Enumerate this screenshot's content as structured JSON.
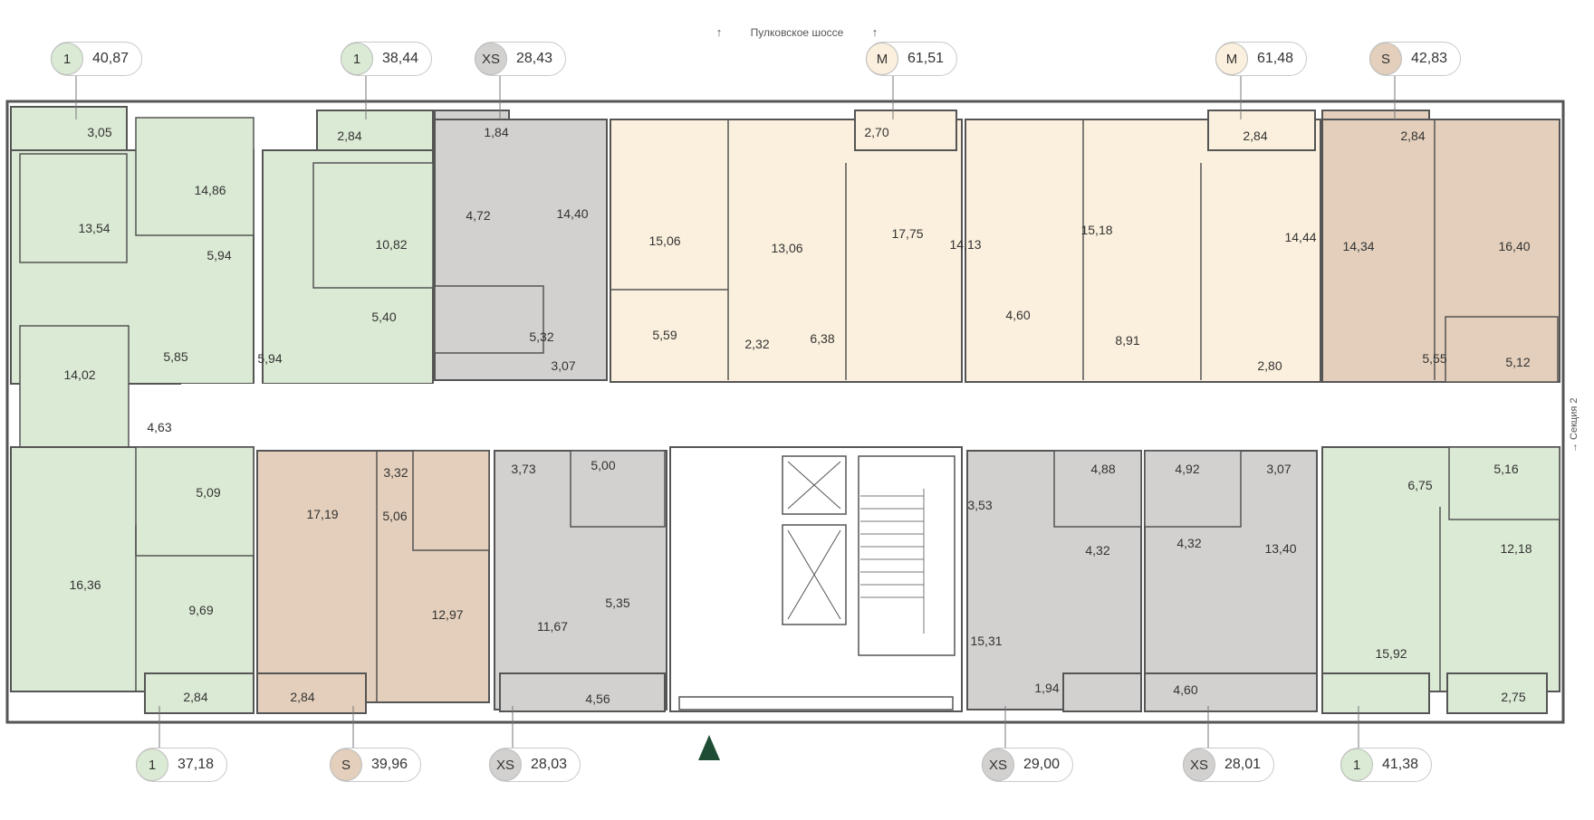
{
  "street": {
    "name": "Пулковское шоссе",
    "arrow_glyph": "↑"
  },
  "section_label": "Секция 2",
  "section_arrow_glyph": "→",
  "colors": {
    "type_1": "#dbead4",
    "type_XS": "#d3d1d0",
    "type_S": "#e3cfbb",
    "type_M": "#fbf0dd",
    "wall": "#555555",
    "common": "#ffffff",
    "entrance_marker": "#1e4d33"
  },
  "apartments_top": [
    {
      "type": "1",
      "area": "40,87"
    },
    {
      "type": "1",
      "area": "38,44"
    },
    {
      "type": "XS",
      "area": "28,43"
    },
    {
      "type": "M",
      "area": "61,51"
    },
    {
      "type": "M",
      "area": "61,48"
    },
    {
      "type": "S",
      "area": "42,83"
    }
  ],
  "apartments_bottom": [
    {
      "type": "1",
      "area": "37,18"
    },
    {
      "type": "S",
      "area": "39,96"
    },
    {
      "type": "XS",
      "area": "28,03"
    },
    {
      "type": "XS",
      "area": "29,00"
    },
    {
      "type": "XS",
      "area": "28,01"
    },
    {
      "type": "1",
      "area": "41,38"
    }
  ],
  "room_areas": [
    "3,05",
    "14,86",
    "13,54",
    "5,94",
    "14,02",
    "5,85",
    "5,94",
    "4,63",
    "2,84",
    "10,82",
    "5,40",
    "1,84",
    "4,72",
    "14,40",
    "5,32",
    "3,07",
    "15,06",
    "13,06",
    "5,59",
    "2,32",
    "6,38",
    "2,70",
    "17,75",
    "14,13",
    "15,18",
    "4,60",
    "8,91",
    "2,84",
    "14,44",
    "2,80",
    "2,84",
    "14,34",
    "16,40",
    "5,55",
    "5,12",
    "5,09",
    "16,36",
    "9,69",
    "2,84",
    "17,19",
    "3,32",
    "5,06",
    "12,97",
    "2,84",
    "3,73",
    "5,00",
    "11,67",
    "5,35",
    "4,56",
    "3,53",
    "4,88",
    "4,32",
    "15,31",
    "1,94",
    "4,92",
    "3,07",
    "4,32",
    "13,40",
    "4,60",
    "6,75",
    "5,16",
    "12,18",
    "15,92",
    "2,75"
  ]
}
